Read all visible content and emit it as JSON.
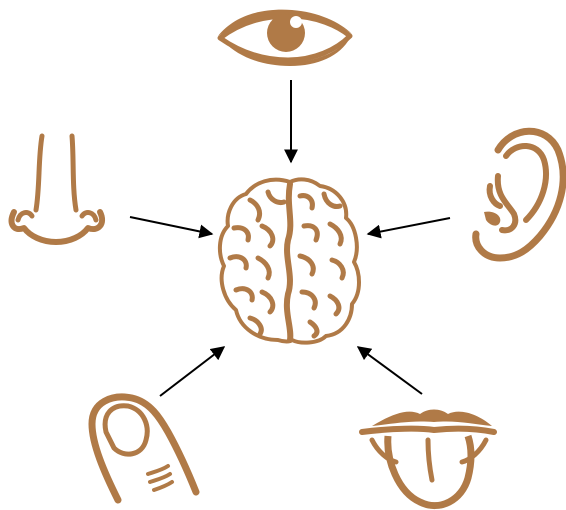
{
  "diagram": {
    "center": {
      "icon": "brain-icon"
    },
    "senses": [
      {
        "id": "sight",
        "icon": "eye-icon"
      },
      {
        "id": "hearing",
        "icon": "ear-icon"
      },
      {
        "id": "smell",
        "icon": "nose-icon"
      },
      {
        "id": "touch",
        "icon": "finger-icon"
      },
      {
        "id": "taste",
        "icon": "tongue-icon"
      }
    ],
    "arrows": [
      {
        "from": "sight",
        "to": "brain"
      },
      {
        "from": "hearing",
        "to": "brain"
      },
      {
        "from": "smell",
        "to": "brain"
      },
      {
        "from": "touch",
        "to": "brain"
      },
      {
        "from": "taste",
        "to": "brain"
      }
    ]
  },
  "colors": {
    "icon": "#b07a47",
    "arrow": "#000000",
    "background": "#ffffff"
  }
}
